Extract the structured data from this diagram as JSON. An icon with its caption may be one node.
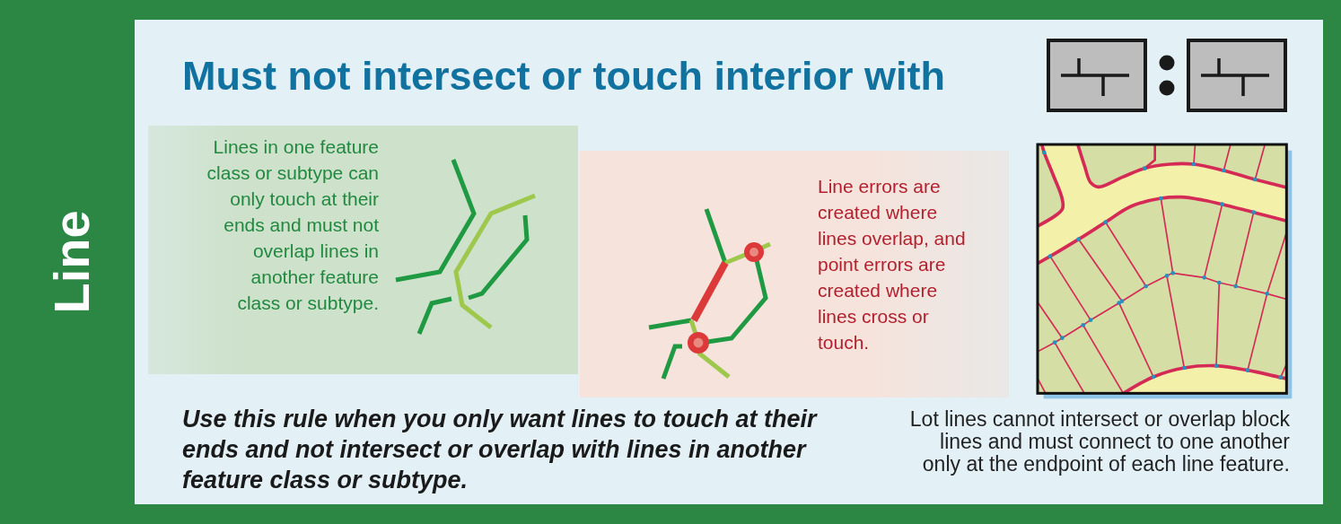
{
  "diagram": {
    "title": "Must not intersect or touch interior with",
    "nodes": [
      {
        "text": [
          "Lines in one feature class or subtype can only touch at their ends and must not overlap lines in another feature class or subtype."
        ]
      },
      {
        "text": [
          "Line errors are created where lines overlap, and point errors are created where lines cross or touch."
        ]
      }
    ],
    "labels": [
      "Line",
      "Use this rule when you only want lines to touch at their ends and not intersect or overlap with lines in another feature class or subtype.",
      "Lot lines cannot intersect or overlap block lines and must connect to one another only at the endpoint of each line feature."
    ]
  }
}
